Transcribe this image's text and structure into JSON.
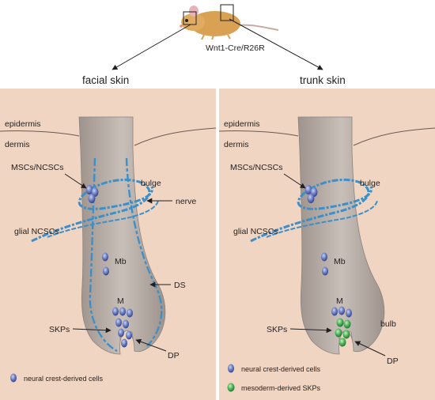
{
  "mouse": {
    "genotype": "Wnt1-Cre/R26R"
  },
  "panels": {
    "left": {
      "title": "facial skin",
      "labels": {
        "epidermis": "epidermis",
        "dermis": "dermis",
        "mscs": "MSCs/NCSCs",
        "bulge": "bulge",
        "nerve": "nerve",
        "glial": "glial NCSCs",
        "mb": "Mb",
        "ds": "DS",
        "m": "M",
        "skps": "SKPs",
        "dp": "DP"
      },
      "legend": [
        "neural crest-derived cells"
      ]
    },
    "right": {
      "title": "trunk skin",
      "labels": {
        "epidermis": "epidermis",
        "dermis": "dermis",
        "mscs": "MSCs/NCSCs",
        "bulge": "bulge",
        "glial": "glial NCSCs",
        "mb": "Mb",
        "m": "M",
        "skps": "SKPs",
        "bulb": "bulb",
        "dp": "DP"
      },
      "legend": [
        "neural crest-derived cells",
        "mesoderm-derived SKPs"
      ]
    }
  },
  "colors": {
    "panel_bg": "#efd5c2",
    "hair": "#b8ada6",
    "nerve": "#3d8fc9",
    "neural_cell": "#4a5aa8",
    "mesoderm_cell": "#2f9a45"
  }
}
